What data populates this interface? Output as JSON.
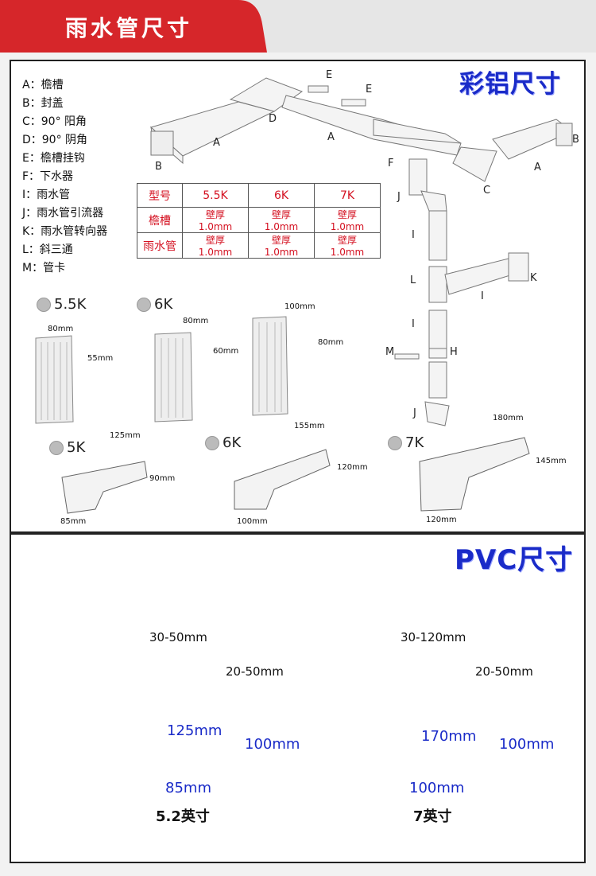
{
  "header": {
    "title": "雨水管尺寸",
    "bg_color": "#d6262a"
  },
  "aluminum": {
    "title": "彩铝尺寸",
    "legend": [
      "A：檐槽",
      "B：封盖",
      "C：90° 阳角",
      "D：90° 阴角",
      "E：檐槽挂钩",
      "F：下水器",
      "I：雨水管",
      "J：雨水管引流器",
      "K：雨水管转向器",
      "L：斜三通",
      "M：管卡"
    ],
    "part_labels": {
      "A1": "A",
      "A2": "A",
      "A3": "A",
      "B1": "B",
      "B2": "B",
      "C": "C",
      "D": "D",
      "E1": "E",
      "E2": "E",
      "F": "F",
      "J1": "J",
      "J2": "J",
      "I1": "I",
      "I2": "I",
      "I3": "I",
      "L": "L",
      "K": "K",
      "M": "M",
      "H": "H"
    },
    "spec_table": {
      "headers": [
        "型号",
        "5.5K",
        "6K",
        "7K"
      ],
      "rows": [
        {
          "name": "檐槽",
          "values": [
            "壁厚 1.0mm",
            "壁厚 1.0mm",
            "壁厚 1.0mm"
          ]
        },
        {
          "name": "雨水管",
          "values": [
            "壁厚 1.0mm",
            "壁厚 1.0mm",
            "壁厚 1.0mm"
          ]
        }
      ]
    },
    "pipes": [
      {
        "model": "5.5K",
        "width": "80mm",
        "depth": "55mm"
      },
      {
        "model": "6K",
        "width": "80mm",
        "depth": "60mm"
      },
      {
        "model": "",
        "width": "100mm",
        "depth": "80mm"
      }
    ],
    "gutters": [
      {
        "model": "5K",
        "top": "125mm",
        "height": "90mm",
        "bottom": "85mm"
      },
      {
        "model": "6K",
        "top": "155mm",
        "height": "120mm",
        "bottom": "100mm"
      },
      {
        "model": "7K",
        "top": "180mm",
        "height": "145mm",
        "bottom": "120mm"
      }
    ]
  },
  "pvc": {
    "title": "PVC尺寸",
    "items": [
      {
        "overhang": "30-50mm",
        "gap": "20-50mm",
        "width": "125mm",
        "height": "100mm",
        "bottom": "85mm",
        "label": "5.2英寸"
      },
      {
        "overhang": "30-120mm",
        "gap": "20-50mm",
        "width": "170mm",
        "height": "100mm",
        "bottom": "100mm",
        "label": "7英寸"
      }
    ]
  },
  "colors": {
    "accent_red": "#d41020",
    "accent_blue": "#1a2bc8",
    "frame": "#222222"
  }
}
